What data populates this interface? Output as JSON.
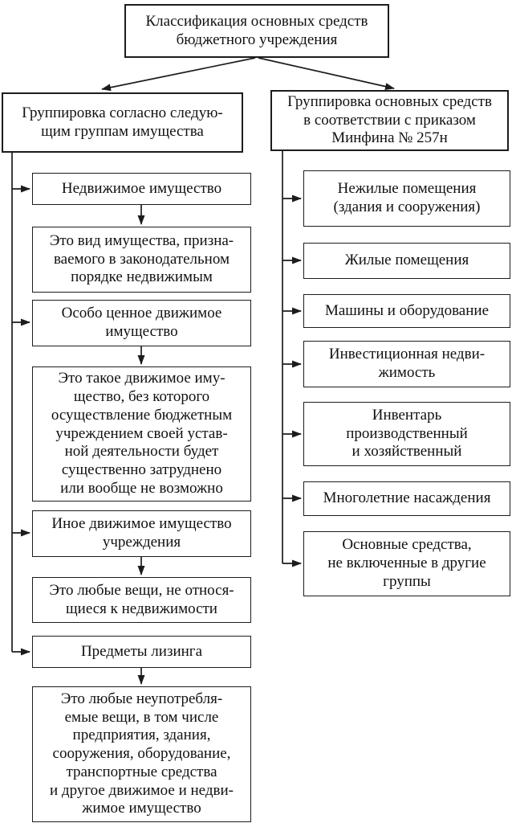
{
  "diagram": {
    "title": "Классификация основных средств\nбюджетного учреждения",
    "left": {
      "header": "Группировка согласно следую-\nщим группам имущества",
      "boxes": [
        "Недвижимое имущество",
        "Это вид имущества, призна-\nваемого в законодательном\nпорядке недвижимым",
        "Особо ценное движимое\nимущество",
        "Это такое движимое иму-\nщество, без которого\nосуществление бюджетным\nучреждением своей устав-\nной деятельности будет\nсущественно затруднено\nили вообще не возможно",
        "Иное движимое имущество\nучреждения",
        "Это любые вещи, не относя-\nщиеся к недвижимости",
        "Предметы лизинга",
        "Это любые неупотребля-\nемые вещи, в том числе\nпредприятия, здания,\nсооружения, оборудование,\nтранспортные средства\nи другое движимое и недви-\nжимое имущество"
      ]
    },
    "right": {
      "header": "Группировка основных средств\nв соответствии с приказом\nМинфина № 257н",
      "boxes": [
        "Нежилые помещения\n(здания и сооружения)",
        "Жилые помещения",
        "Машины и оборудование",
        "Инвестиционная недви-\nжимость",
        "Инвентарь\nпроизводственный\nи хозяйственный",
        "Многолетние насаждения",
        "Основные средства,\nне включенные в другие\nгруппы"
      ]
    },
    "line_color": "#1c1c1c"
  }
}
